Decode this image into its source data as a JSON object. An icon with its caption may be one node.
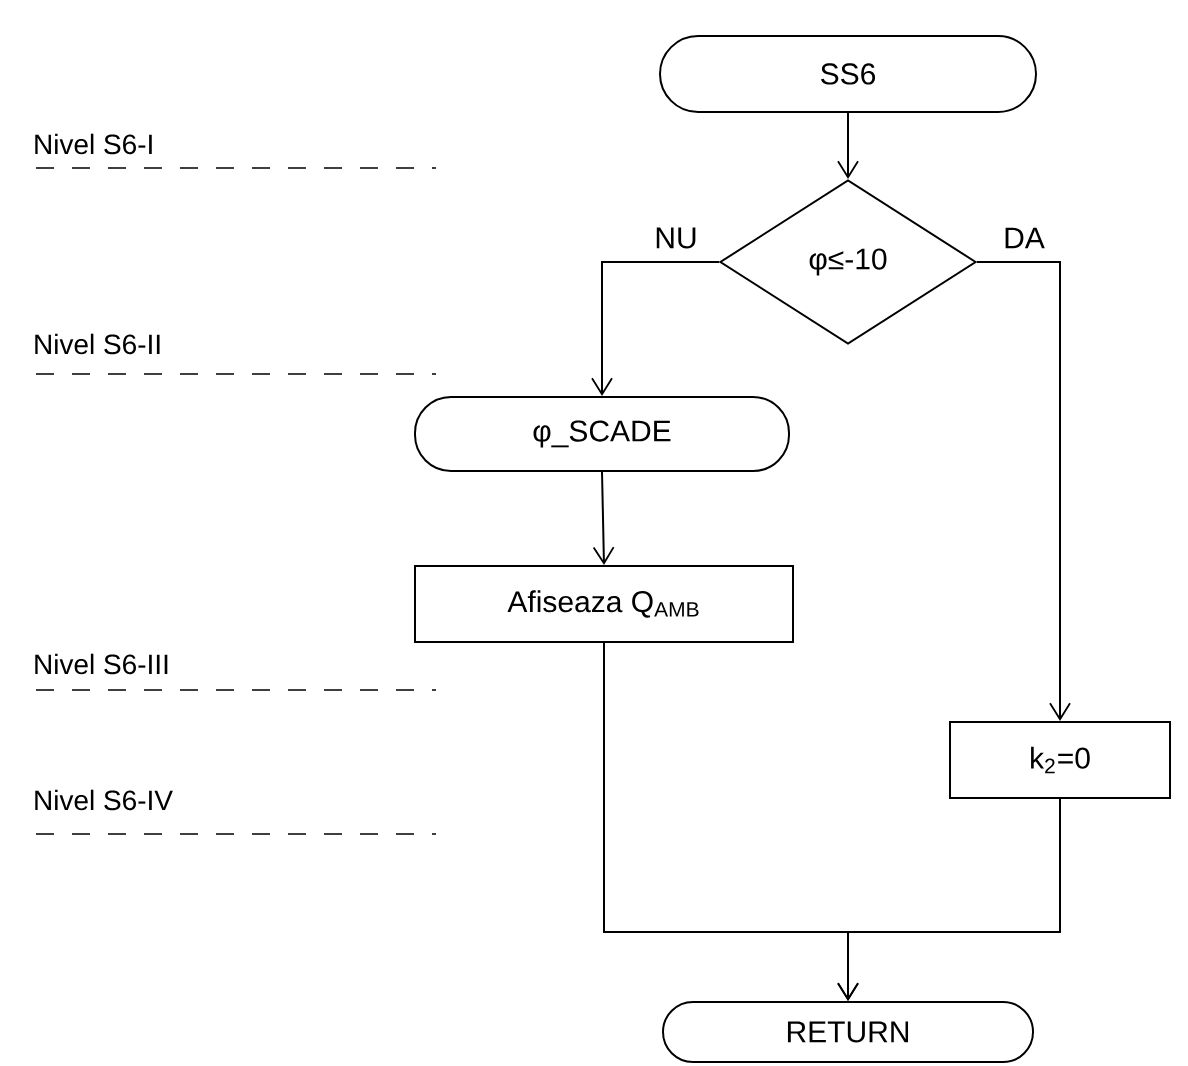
{
  "diagram": {
    "nodes": [
      {
        "text": [
          "SS6"
        ]
      },
      {
        "text": [
          "φ≤-10"
        ]
      },
      {
        "text": [
          "φ_SCADE"
        ]
      },
      {
        "text": [
          "Afiseaza Q$_{AMB}$"
        ]
      },
      {
        "text": [
          "k$_{2}$=0"
        ]
      },
      {
        "text": [
          "RETURN"
        ]
      }
    ],
    "edges": [
      {
        "from": 0,
        "to": 1,
        "arrow": "to"
      },
      {
        "from": 1,
        "to": 2,
        "arrow": "to",
        "label": "NU"
      },
      {
        "from": 1,
        "to": 4,
        "arrow": "to",
        "label": "DA"
      },
      {
        "from": 2,
        "to": 3,
        "arrow": "to"
      },
      {
        "from": 3,
        "to": 5,
        "arrow": "to"
      },
      {
        "from": 4,
        "to": 5,
        "arrow": "to"
      }
    ],
    "labels": [
      "Nivel S6-I",
      "Nivel S6-II",
      "Nivel S6-III",
      "Nivel S6-IV"
    ]
  }
}
